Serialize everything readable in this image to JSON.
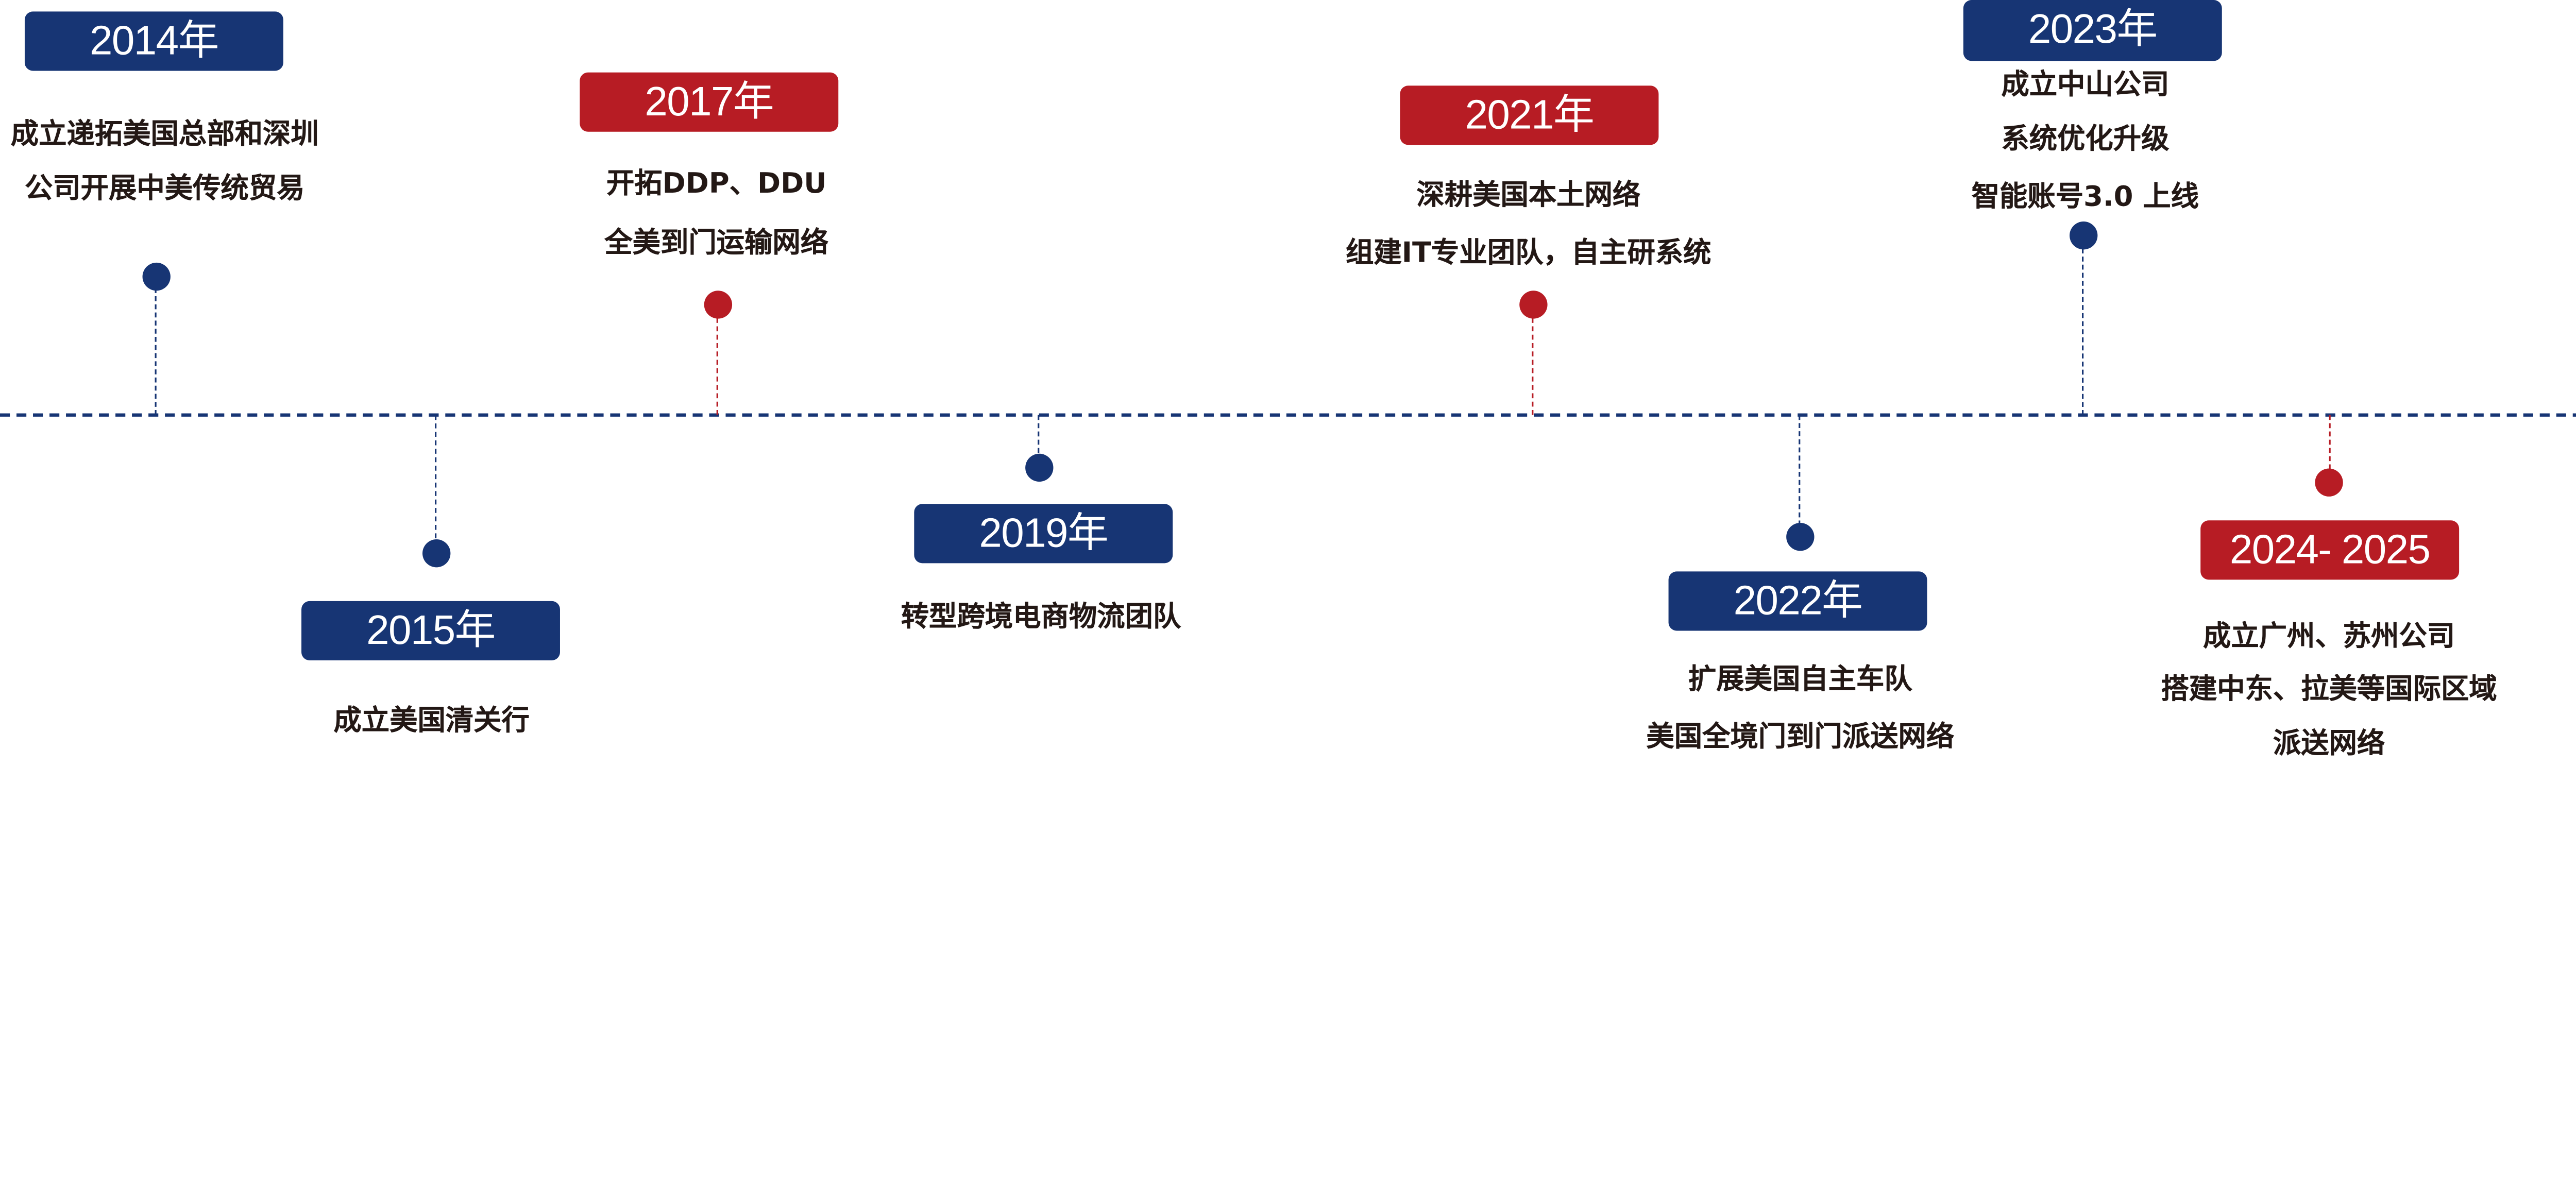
{
  "colors": {
    "navy": "#173574",
    "red": "#b71c24",
    "text": "#231815"
  },
  "events": [
    {
      "year": "2014年",
      "lines": [
        "成立递拓美国总部和深圳",
        "公司开展中美传统贸易"
      ],
      "color": "navy"
    },
    {
      "year": "2015年",
      "lines": [
        "成立美国清关行"
      ],
      "color": "navy"
    },
    {
      "year": "2017年",
      "lines": [
        "开拓DDP、DDU",
        "全美到门运输网络"
      ],
      "color": "red"
    },
    {
      "year": "2019年",
      "lines": [
        "转型跨境电商物流团队"
      ],
      "color": "navy"
    },
    {
      "year": "2021年",
      "lines": [
        "深耕美国本土网络",
        "组建IT专业团队，自主研系统"
      ],
      "color": "red"
    },
    {
      "year": "2022年",
      "lines": [
        "扩展美国自主车队",
        "美国全境门到门派送网络"
      ],
      "color": "navy"
    },
    {
      "year": "2023年",
      "lines": [
        "成立中山公司",
        "系统优化升级",
        "智能账号3.0 上线"
      ],
      "color": "navy"
    },
    {
      "year": "2024- 2025",
      "lines": [
        "成立广州、苏州公司",
        "搭建中东、拉美等国际区域",
        "派送网络"
      ],
      "color": "red"
    }
  ]
}
